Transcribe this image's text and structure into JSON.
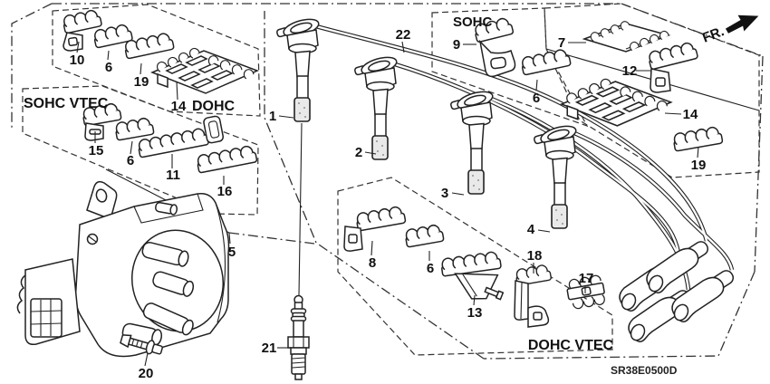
{
  "diagram_code": "SR38E0500D",
  "front_indicator": "FR.",
  "groups": {
    "dohc": "DOHC",
    "sohc": "SOHC",
    "sohc_vtec": "SOHC VTEC",
    "dohc_vtec": "DOHC VTEC"
  },
  "callouts": {
    "n1": "1",
    "n2": "2",
    "n3": "3",
    "n4": "4",
    "n5": "5",
    "n7": "7",
    "n8": "8",
    "n9": "9",
    "n10": "10",
    "n11": "11",
    "n12": "12",
    "n13": "13",
    "n15": "15",
    "n16": "16",
    "n17": "17",
    "n18": "18",
    "n20": "20",
    "n21": "21",
    "n22": "22",
    "n6_dohc": "6",
    "n6_sohc_vtec": "6",
    "n6_sohc": "6",
    "n6_dohc_vtec": "6",
    "n14_dohc": "14",
    "n14_right": "14",
    "n19_dohc": "19",
    "n19_right": "19"
  }
}
